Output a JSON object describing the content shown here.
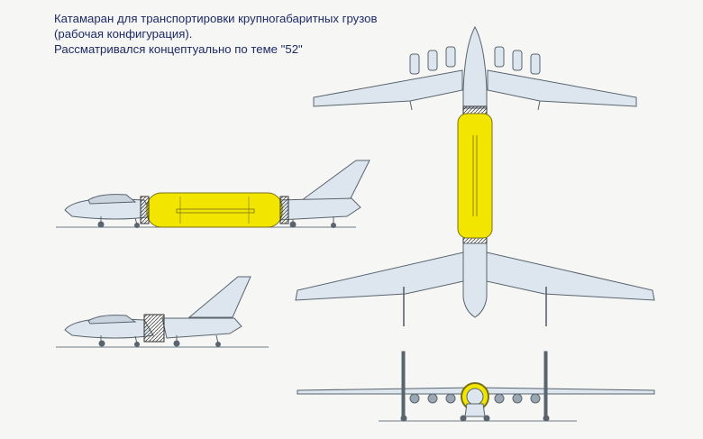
{
  "caption": {
    "line1": "Катамаран для транспортировки крупногабаритных грузов",
    "line2": "(рабочая конфигурация).",
    "line3": "Рассматривался концептуально по теме \"52\""
  },
  "views": [
    {
      "id": "side-view-loaded",
      "name": "side view with cargo pod"
    },
    {
      "id": "side-view-compact",
      "name": "side view compact"
    },
    {
      "id": "top-view",
      "name": "top view"
    },
    {
      "id": "front-view",
      "name": "front view"
    }
  ],
  "colors": {
    "background": "#f6f6f4",
    "airframe": "#dde6ee",
    "outline": "#59646e",
    "cargo": "#f2e600",
    "text": "#1d2a66"
  }
}
